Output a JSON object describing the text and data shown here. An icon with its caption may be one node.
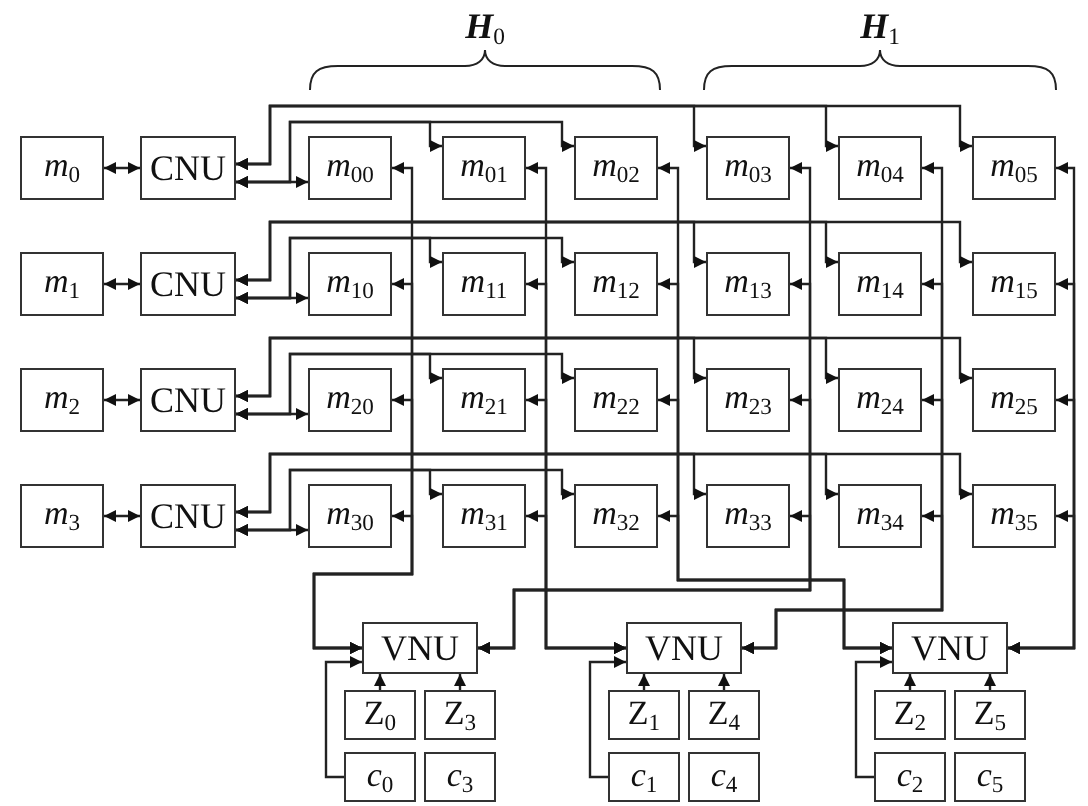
{
  "diagram": {
    "nodes": [
      {
        "text": [
          "m$_{0}$"
        ]
      },
      {
        "text": [
          "CNU"
        ]
      },
      {
        "text": [
          "m$_{00}$"
        ]
      },
      {
        "text": [
          "m$_{01}$"
        ]
      },
      {
        "text": [
          "m$_{02}$"
        ]
      },
      {
        "text": [
          "m$_{03}$"
        ]
      },
      {
        "text": [
          "m$_{04}$"
        ]
      },
      {
        "text": [
          "m$_{05}$"
        ]
      },
      {
        "text": [
          "m$_{1}$"
        ]
      },
      {
        "text": [
          "CNU"
        ]
      },
      {
        "text": [
          "m$_{10}$"
        ]
      },
      {
        "text": [
          "m$_{11}$"
        ]
      },
      {
        "text": [
          "m$_{12}$"
        ]
      },
      {
        "text": [
          "m$_{13}$"
        ]
      },
      {
        "text": [
          "m$_{14}$"
        ]
      },
      {
        "text": [
          "m$_{15}$"
        ]
      },
      {
        "text": [
          "m$_{2}$"
        ]
      },
      {
        "text": [
          "CNU"
        ]
      },
      {
        "text": [
          "m$_{20}$"
        ]
      },
      {
        "text": [
          "m$_{21}$"
        ]
      },
      {
        "text": [
          "m$_{22}$"
        ]
      },
      {
        "text": [
          "m$_{23}$"
        ]
      },
      {
        "text": [
          "m$_{24}$"
        ]
      },
      {
        "text": [
          "m$_{25}$"
        ]
      },
      {
        "text": [
          "m$_{3}$"
        ]
      },
      {
        "text": [
          "CNU"
        ]
      },
      {
        "text": [
          "m$_{30}$"
        ]
      },
      {
        "text": [
          "m$_{31}$"
        ]
      },
      {
        "text": [
          "m$_{32}$"
        ]
      },
      {
        "text": [
          "m$_{33}$"
        ]
      },
      {
        "text": [
          "m$_{34}$"
        ]
      },
      {
        "text": [
          "m$_{35}$"
        ]
      },
      {
        "text": [
          "VNU"
        ]
      },
      {
        "text": [
          "VNU"
        ]
      },
      {
        "text": [
          "VNU"
        ]
      },
      {
        "text": [
          "Z$_{0}$"
        ]
      },
      {
        "text": [
          "Z$_{3}$"
        ]
      },
      {
        "text": [
          "Z$_{1}$"
        ]
      },
      {
        "text": [
          "Z$_{4}$"
        ]
      },
      {
        "text": [
          "Z$_{2}$"
        ]
      },
      {
        "text": [
          "Z$_{5}$"
        ]
      },
      {
        "text": [
          "c$_{0}$"
        ]
      },
      {
        "text": [
          "c$_{3}$"
        ]
      },
      {
        "text": [
          "c$_{1}$"
        ]
      },
      {
        "text": [
          "c$_{4}$"
        ]
      },
      {
        "text": [
          "c$_{2}$"
        ]
      },
      {
        "text": [
          "c$_{5}$"
        ]
      }
    ],
    "edges": [
      {
        "from": 0,
        "to": 1,
        "arrow": "both"
      },
      {
        "from": 1,
        "to": 2,
        "arrow": "both"
      },
      {
        "from": 1,
        "to": 3,
        "arrow": "both"
      },
      {
        "from": 1,
        "to": 4,
        "arrow": "both"
      },
      {
        "from": 1,
        "to": 5,
        "arrow": "both"
      },
      {
        "from": 1,
        "to": 6,
        "arrow": "both"
      },
      {
        "from": 1,
        "to": 7,
        "arrow": "both"
      },
      {
        "from": 8,
        "to": 9,
        "arrow": "both"
      },
      {
        "from": 9,
        "to": 10,
        "arrow": "both"
      },
      {
        "from": 9,
        "to": 11,
        "arrow": "both"
      },
      {
        "from": 9,
        "to": 12,
        "arrow": "both"
      },
      {
        "from": 9,
        "to": 13,
        "arrow": "both"
      },
      {
        "from": 9,
        "to": 14,
        "arrow": "both"
      },
      {
        "from": 9,
        "to": 15,
        "arrow": "both"
      },
      {
        "from": 16,
        "to": 17,
        "arrow": "both"
      },
      {
        "from": 17,
        "to": 18,
        "arrow": "both"
      },
      {
        "from": 17,
        "to": 19,
        "arrow": "both"
      },
      {
        "from": 17,
        "to": 20,
        "arrow": "both"
      },
      {
        "from": 17,
        "to": 21,
        "arrow": "both"
      },
      {
        "from": 17,
        "to": 22,
        "arrow": "both"
      },
      {
        "from": 17,
        "to": 23,
        "arrow": "both"
      },
      {
        "from": 24,
        "to": 25,
        "arrow": "both"
      },
      {
        "from": 25,
        "to": 26,
        "arrow": "both"
      },
      {
        "from": 25,
        "to": 27,
        "arrow": "both"
      },
      {
        "from": 25,
        "to": 28,
        "arrow": "both"
      },
      {
        "from": 25,
        "to": 29,
        "arrow": "both"
      },
      {
        "from": 25,
        "to": 30,
        "arrow": "both"
      },
      {
        "from": 25,
        "to": 31,
        "arrow": "both"
      },
      {
        "from": 32,
        "to": 2,
        "arrow": "both"
      },
      {
        "from": 32,
        "to": 10,
        "arrow": "both"
      },
      {
        "from": 32,
        "to": 18,
        "arrow": "both"
      },
      {
        "from": 32,
        "to": 26,
        "arrow": "both"
      },
      {
        "from": 33,
        "to": 3,
        "arrow": "both"
      },
      {
        "from": 33,
        "to": 11,
        "arrow": "both"
      },
      {
        "from": 33,
        "to": 19,
        "arrow": "both"
      },
      {
        "from": 33,
        "to": 27,
        "arrow": "both"
      },
      {
        "from": 34,
        "to": 4,
        "arrow": "both"
      },
      {
        "from": 34,
        "to": 12,
        "arrow": "both"
      },
      {
        "from": 34,
        "to": 20,
        "arrow": "both"
      },
      {
        "from": 34,
        "to": 28,
        "arrow": "both"
      },
      {
        "from": 32,
        "to": 5,
        "arrow": "both"
      },
      {
        "from": 32,
        "to": 13,
        "arrow": "both"
      },
      {
        "from": 32,
        "to": 21,
        "arrow": "both"
      },
      {
        "from": 32,
        "to": 29,
        "arrow": "both"
      },
      {
        "from": 33,
        "to": 6,
        "arrow": "both"
      },
      {
        "from": 33,
        "to": 14,
        "arrow": "both"
      },
      {
        "from": 33,
        "to": 22,
        "arrow": "both"
      },
      {
        "from": 33,
        "to": 30,
        "arrow": "both"
      },
      {
        "from": 34,
        "to": 7,
        "arrow": "both"
      },
      {
        "from": 34,
        "to": 15,
        "arrow": "both"
      },
      {
        "from": 34,
        "to": 23,
        "arrow": "both"
      },
      {
        "from": 34,
        "to": 31,
        "arrow": "both"
      },
      {
        "from": 35,
        "to": 32,
        "arrow": "to"
      },
      {
        "from": 36,
        "to": 32,
        "arrow": "to"
      },
      {
        "from": 37,
        "to": 33,
        "arrow": "to"
      },
      {
        "from": 38,
        "to": 33,
        "arrow": "to"
      },
      {
        "from": 39,
        "to": 34,
        "arrow": "to"
      },
      {
        "from": 40,
        "to": 34,
        "arrow": "to"
      },
      {
        "from": 41,
        "to": 32,
        "arrow": "to"
      },
      {
        "from": 43,
        "to": 33,
        "arrow": "to"
      },
      {
        "from": 45,
        "to": 34,
        "arrow": "to"
      }
    ],
    "labels": [
      "H$_{0}$",
      "H$_{1}$"
    ]
  }
}
